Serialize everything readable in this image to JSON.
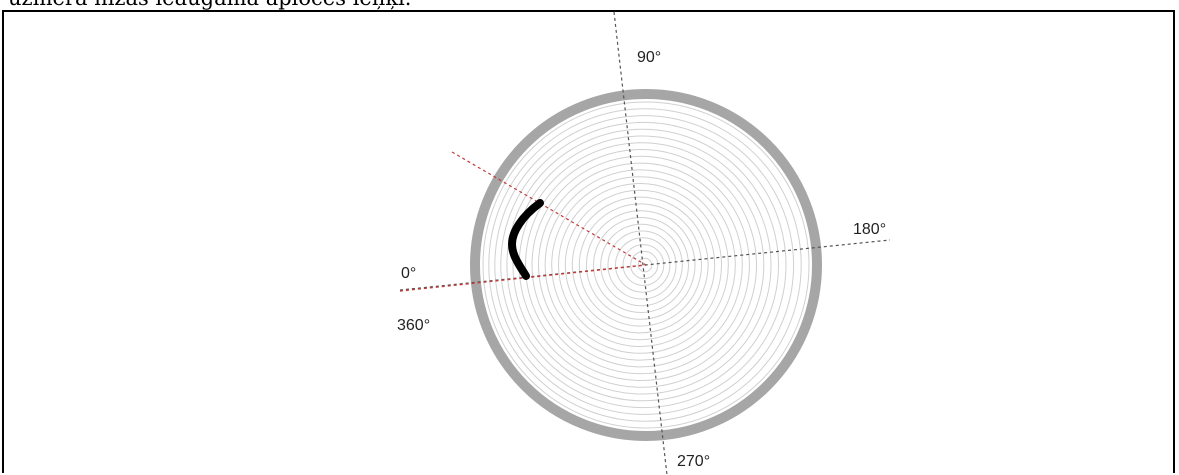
{
  "caption": "uzmērā nīzas leāugamā aplocēs ieņķi.",
  "diagram": {
    "angle_labels": {
      "deg_90": "90°",
      "deg_180": "180°",
      "deg_270": "270°",
      "deg_0": "0°",
      "deg_360": "360°"
    },
    "colors": {
      "ring": "#a6a6a6",
      "growth_rings": "#d0d0d0",
      "axes": "#555555",
      "measurement_lines": "#c23b3b",
      "defect_mark": "#000000"
    }
  }
}
